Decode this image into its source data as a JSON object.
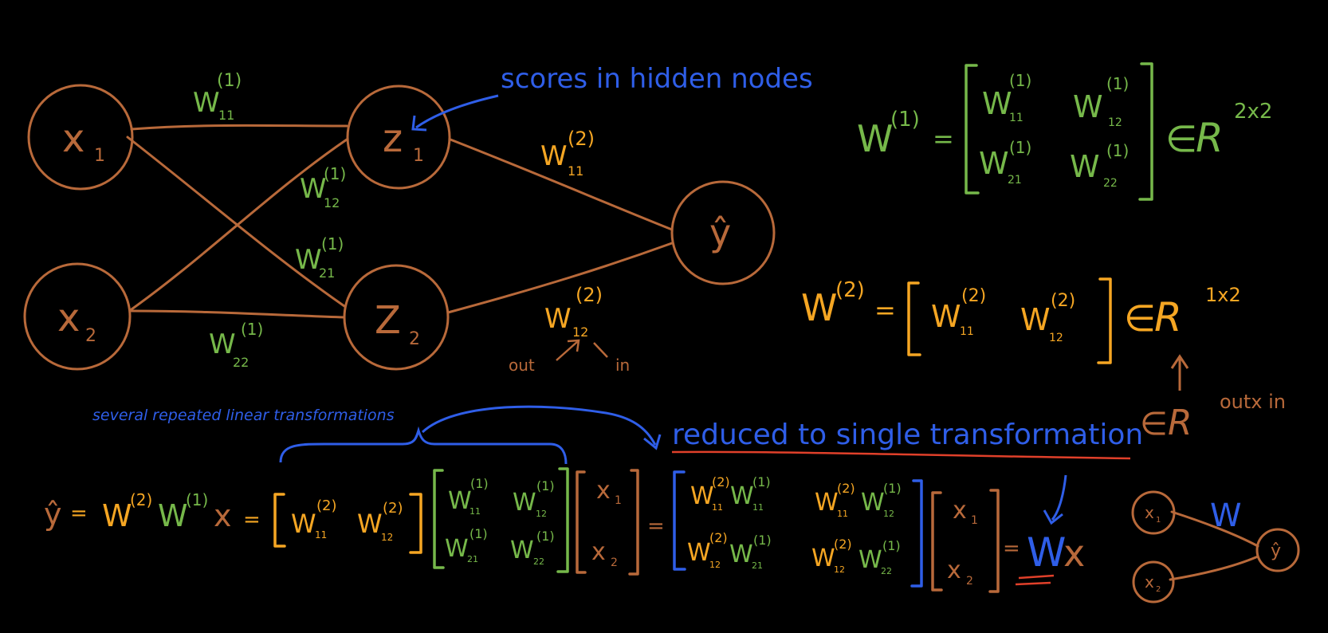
{
  "colors": {
    "background": "#000000",
    "brown": "#b8693a",
    "green": "#76b84a",
    "orange": "#f5a623",
    "blue": "#2f5ee8",
    "red": "#e0402a"
  },
  "network": {
    "nodes": {
      "x1": {
        "main": "x",
        "sub": "1"
      },
      "x2": {
        "main": "x",
        "sub": "2"
      },
      "z1": {
        "main": "z",
        "sub": "1"
      },
      "z2": {
        "main": "Z",
        "sub": "2"
      },
      "yhat": {
        "main": "ŷ"
      }
    },
    "weights": {
      "w11_1": {
        "main": "W",
        "sub": "11",
        "sup": "(1)"
      },
      "w12_1": {
        "main": "W",
        "sub": "12",
        "sup": "(1)"
      },
      "w21_1": {
        "main": "W",
        "sub": "21",
        "sup": "(1)"
      },
      "w22_1": {
        "main": "W",
        "sub": "22",
        "sup": "(1)"
      },
      "w11_2": {
        "main": "W",
        "sub": "11",
        "sup": "(2)"
      },
      "w12_2": {
        "main": "W",
        "sub": "12",
        "sup": "(2)"
      }
    },
    "annotation_hidden": "scores in hidden nodes",
    "index_out": "out",
    "index_in": "in"
  },
  "matrices": {
    "w1_lhs": {
      "main": "W",
      "sup": "(1)"
    },
    "w1_dim": "2x2",
    "w2_lhs": {
      "main": "W",
      "sup": "(2)"
    },
    "w2_dim": "1x2",
    "general_dim": "outx in",
    "equals": "=",
    "element_of": "∈",
    "reals": "R"
  },
  "bottom": {
    "note_repeated": "several repeated linear transformations",
    "note_reduced": "reduced to single transformation",
    "yhat": "ŷ",
    "x": "x",
    "W_bold": "W",
    "equals": "="
  },
  "mini_network": {
    "x1": {
      "main": "x",
      "sub": "1"
    },
    "x2": {
      "main": "x",
      "sub": "2"
    },
    "yhat": "ŷ",
    "weight": "W"
  }
}
